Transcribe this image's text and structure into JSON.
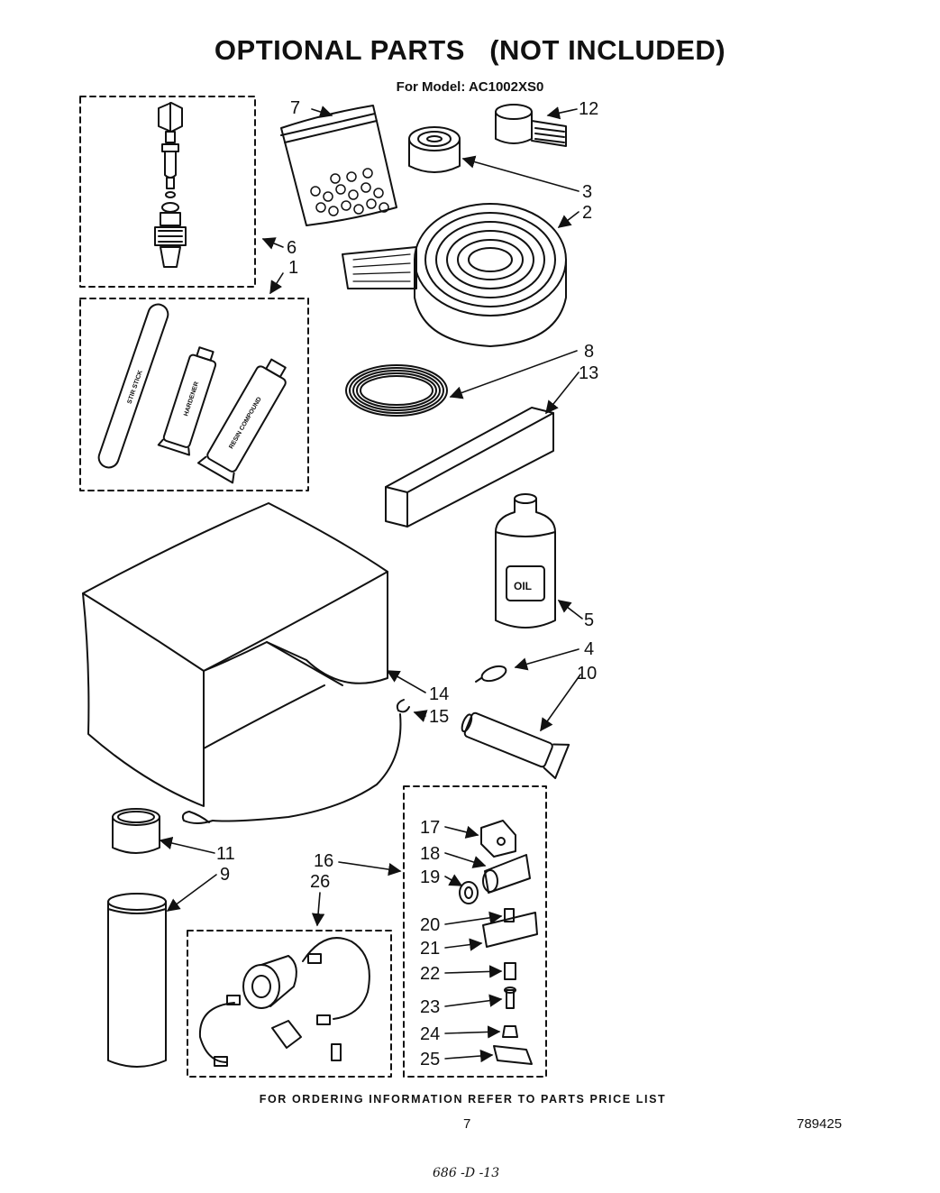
{
  "header": {
    "title": "OPTIONAL PARTS   (NOT INCLUDED)",
    "model_line": "For Model: AC1002XS0"
  },
  "diagram": {
    "callouts": [
      "7",
      "12",
      "3",
      "2",
      "6",
      "1",
      "8",
      "13",
      "5",
      "4",
      "10",
      "14",
      "15",
      "11",
      "9",
      "16",
      "26",
      "17",
      "18",
      "19",
      "20",
      "21",
      "22",
      "23",
      "24",
      "25"
    ],
    "item_labels": {
      "stir_stick": "STIR STICK",
      "hardener": "HARDENER",
      "resin_compound": "RESIN COMPOUND",
      "oil": "OIL"
    }
  },
  "footer": {
    "ordering_note": "FOR ORDERING INFORMATION REFER TO PARTS PRICE LIST",
    "page_number": "7",
    "document_number": "789425",
    "handwritten_code": "686 -D -13"
  }
}
